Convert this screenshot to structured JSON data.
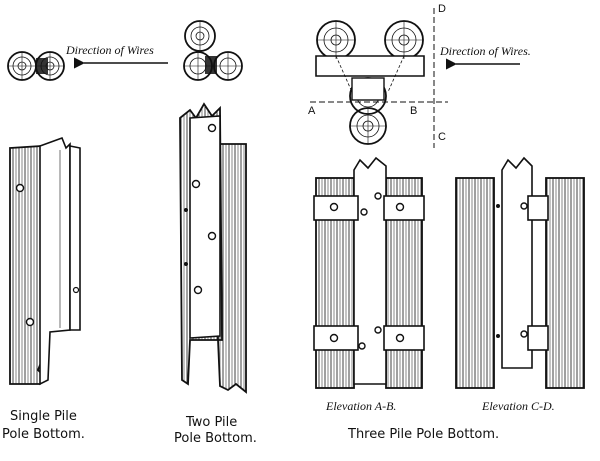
{
  "labels": {
    "direction_left": "Direction of Wires",
    "direction_right": "Direction of Wires.",
    "caption_single_1": "Single Pile",
    "caption_single_2": "Pole Bottom.",
    "caption_two_1": "Two Pile",
    "caption_two_2": "Pole Bottom.",
    "caption_three": "Three Pile Pole Bottom.",
    "elev_ab": "Elevation A-B.",
    "elev_cd": "Elevation C-D.",
    "letter_a": "A",
    "letter_b": "B",
    "letter_c": "C",
    "letter_d": "D"
  },
  "colors": {
    "ink": "#111111",
    "paper": "#ffffff"
  }
}
